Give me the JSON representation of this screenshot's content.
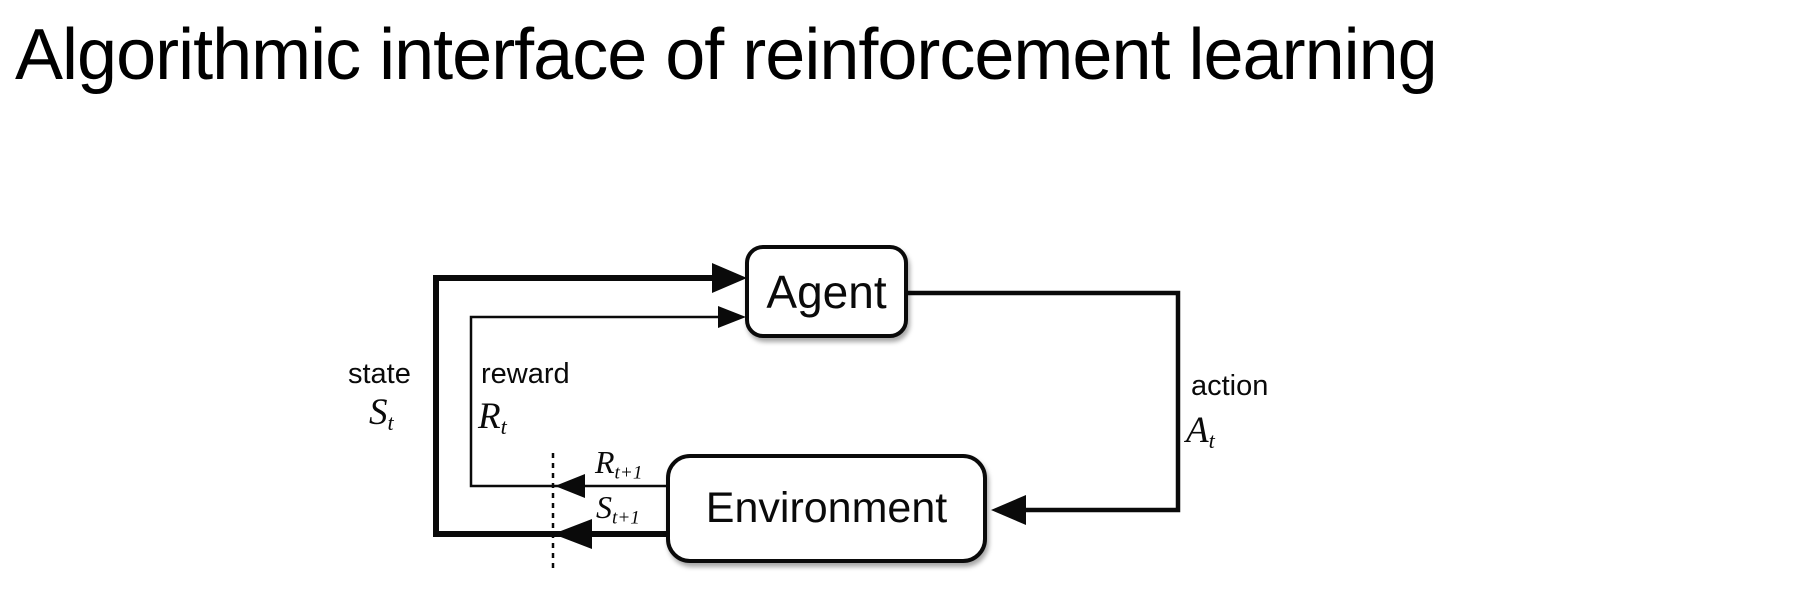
{
  "slide": {
    "title": "Algorithmic interface of reinforcement learning"
  },
  "diagram": {
    "agent": "Agent",
    "environment": "Environment",
    "state": {
      "label": "state",
      "symbol": "S",
      "subscript": "t"
    },
    "reward": {
      "label": "reward",
      "symbol": "R",
      "subscript": "t"
    },
    "action": {
      "label": "action",
      "symbol": "A",
      "subscript": "t"
    },
    "next_reward": {
      "symbol": "R",
      "subscript": "t+1"
    },
    "next_state": {
      "symbol": "S",
      "subscript": "t+1"
    },
    "colors": {
      "ink": "#0a0a0a",
      "background": "#ffffff",
      "box_fill": "#ffffff"
    }
  }
}
